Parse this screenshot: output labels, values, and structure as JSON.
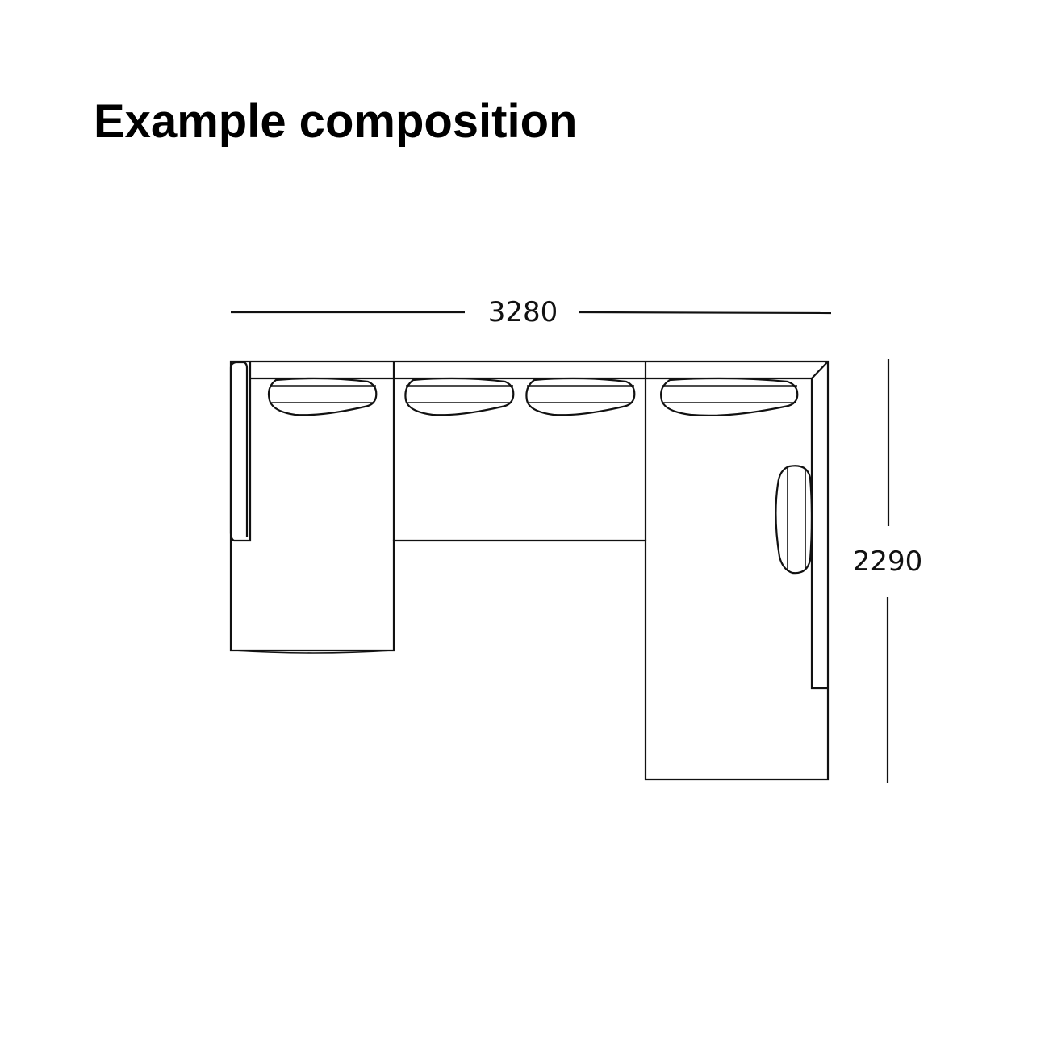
{
  "title": "Example composition",
  "dimensions": {
    "width_label": "3280",
    "depth_label": "2290"
  },
  "colors": {
    "line": "#111111",
    "background": "#ffffff"
  }
}
